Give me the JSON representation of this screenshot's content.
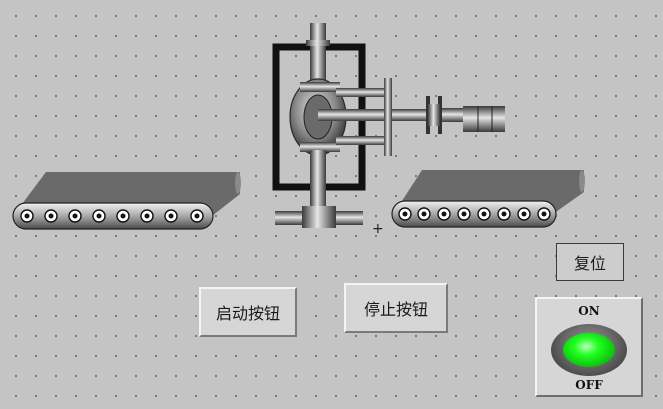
{
  "buttons": {
    "start_label": "启动按钮",
    "stop_label": "停止按钮",
    "reset_label": "复位"
  },
  "indicator": {
    "on_label": "ON",
    "off_label": "OFF",
    "lamp_color": "#22ff22"
  },
  "cursor_glyph": "+",
  "colors": {
    "background": "#c4c4c4",
    "belt": "#6a6a6a",
    "machine_frame": "#111111"
  },
  "icons": {
    "left_conveyor": "conveyor-belt-icon",
    "right_conveyor": "conveyor-belt-icon",
    "machine": "press-machine-icon"
  }
}
